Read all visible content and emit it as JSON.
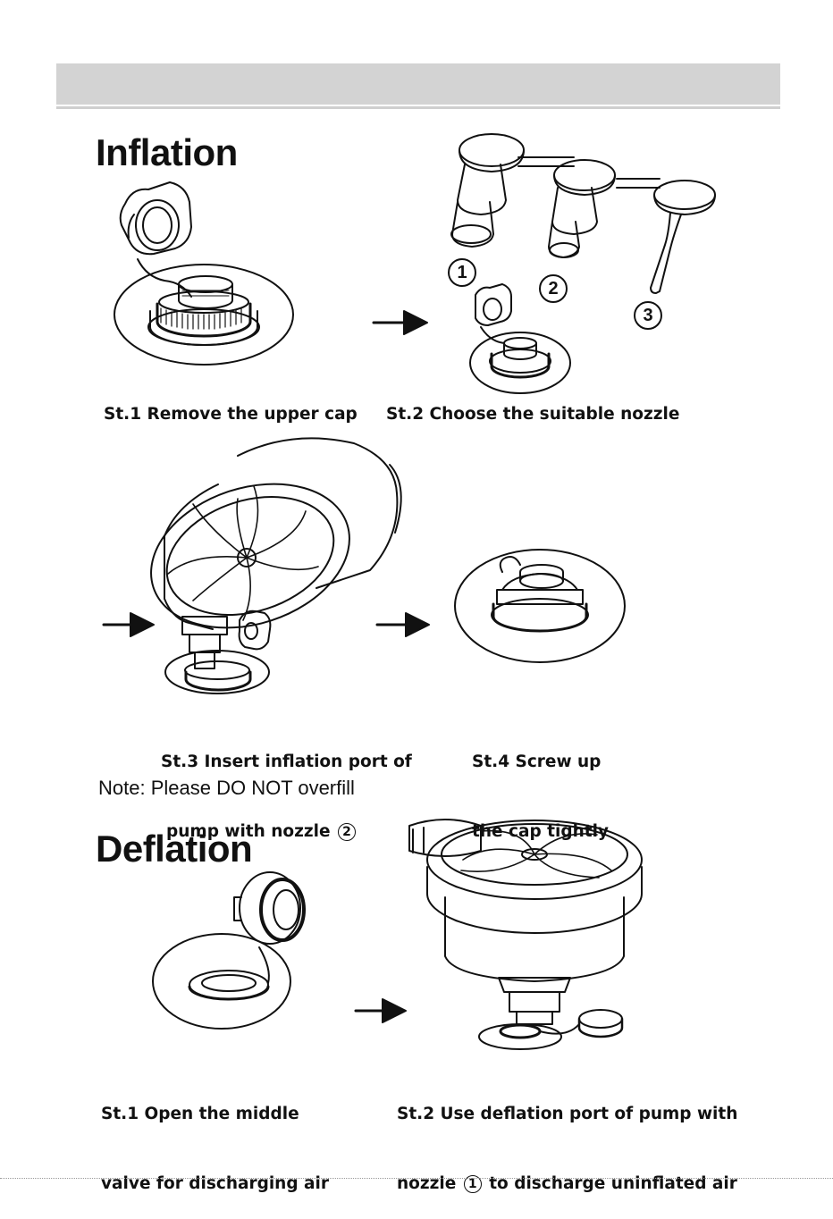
{
  "header": {
    "band_color": "#d3d3d3"
  },
  "inflation": {
    "title": "Inflation",
    "st1": "St.1 Remove the upper cap",
    "st2": "St.2 Choose the suitable nozzle",
    "nozzle_labels": [
      "1",
      "2",
      "3"
    ],
    "st3_line1": "St.3 Insert inflation port of",
    "st3_line2_prefix": "pump with nozzle",
    "st3_nozzle": "2",
    "st4_line1": "St.4 Screw up",
    "st4_line2": "the cap tightly",
    "note": "Note: Please DO NOT overfill"
  },
  "deflation": {
    "title": "Deflation",
    "st1_line1": "St.1 Open the middle",
    "st1_line2": "valve for discharging air",
    "st2_line1": "St.2 Use deflation port of pump with",
    "st2_line2_prefix": "nozzle",
    "st2_nozzle": "1",
    "st2_line2_suffix": "to discharge uninflated air"
  },
  "icons": [
    "arrow-right-icon",
    "valve-icon",
    "nozzle-icon",
    "pump-icon",
    "cap-icon"
  ]
}
